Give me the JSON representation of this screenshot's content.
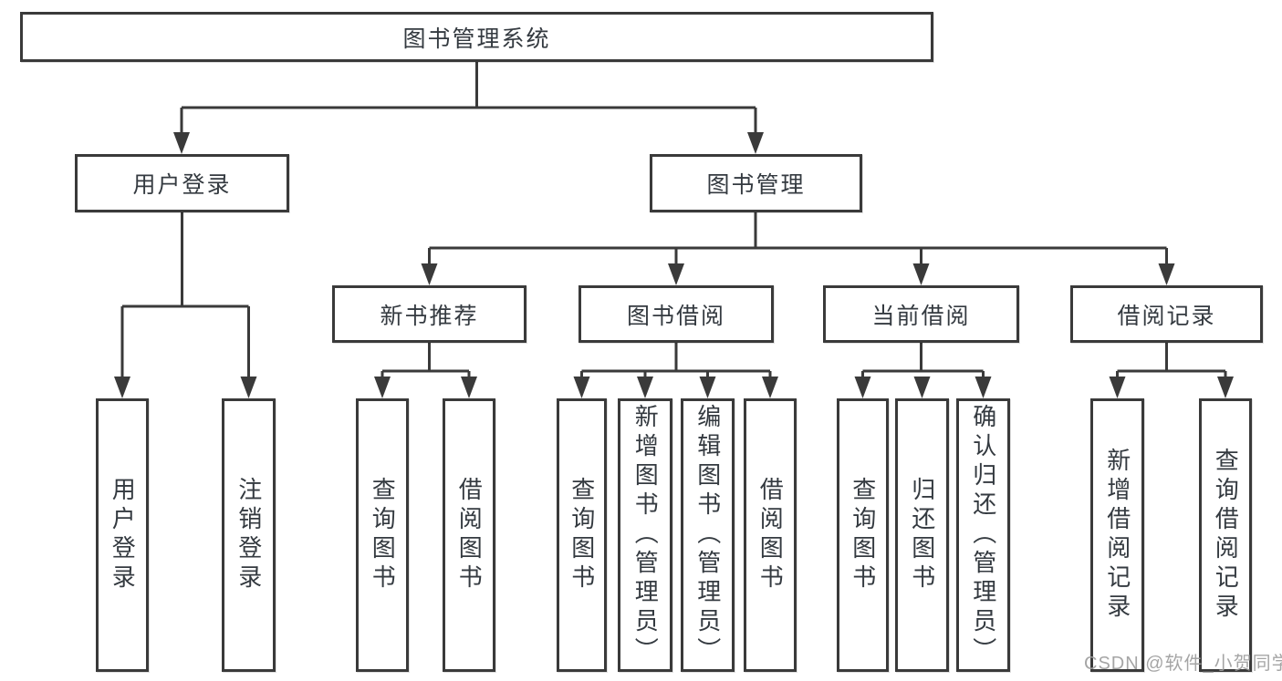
{
  "diagram": {
    "root": {
      "label": "图书管理系统"
    },
    "level2": [
      {
        "label": "用户登录"
      },
      {
        "label": "图书管理"
      }
    ],
    "level3": [
      {
        "label": "新书推荐"
      },
      {
        "label": "图书借阅"
      },
      {
        "label": "当前借阅"
      },
      {
        "label": "借阅记录"
      }
    ],
    "leaves": [
      {
        "label": "用户登录"
      },
      {
        "label": "注销登录"
      },
      {
        "label": "查询图书"
      },
      {
        "label": "借阅图书"
      },
      {
        "label": "查询图书"
      },
      {
        "label": "新增图书（管理员）"
      },
      {
        "label": "编辑图书（管理员）"
      },
      {
        "label": "借阅图书"
      },
      {
        "label": "查询图书"
      },
      {
        "label": "归还图书"
      },
      {
        "label": "确认归还（管理员）"
      },
      {
        "label": "新增借阅记录"
      },
      {
        "label": "查询借阅记录"
      }
    ],
    "watermark": "CSDN @软件_小贺同学",
    "colors": {
      "line": "#3a3a3a",
      "box_border": "#3a3a3a",
      "text": "#343a40",
      "background": "#ffffff",
      "watermark": "#9e9e9e"
    }
  }
}
